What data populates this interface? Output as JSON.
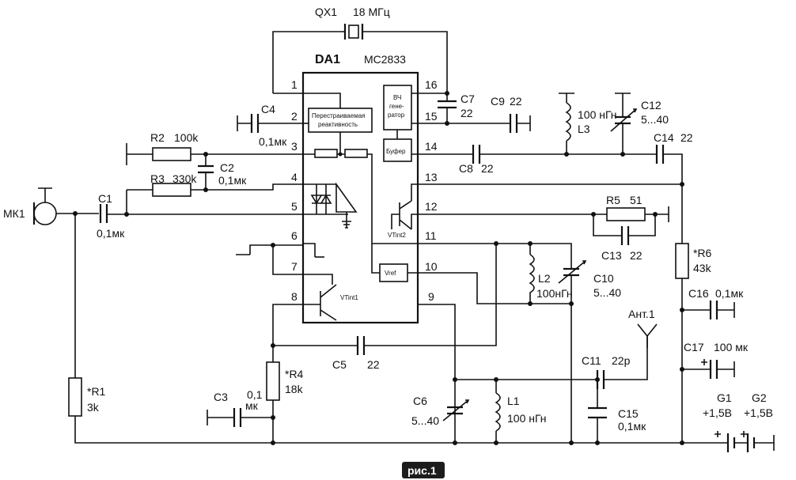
{
  "figure": {
    "caption": "рис.1"
  },
  "chip": {
    "ref": "DA1",
    "part": "MC2833",
    "pins": [
      "1",
      "2",
      "3",
      "4",
      "5",
      "6",
      "7",
      "8",
      "9",
      "10",
      "11",
      "12",
      "13",
      "14",
      "15",
      "16"
    ],
    "blocks": {
      "varactor_line1": "Перестраиваемая",
      "varactor_line2": "реактивность",
      "vco_line1": "ВЧ",
      "vco_line2": "гене-",
      "vco_line3": "ратор",
      "buffer": "Буфер",
      "vref": "Vref",
      "vt1": "VTint1",
      "vt2": "VTint2"
    }
  },
  "components": {
    "qx1": {
      "ref": "QX1",
      "value": "18 МГц"
    },
    "c4": {
      "ref": "C4",
      "value": "0,1мк"
    },
    "r2": {
      "ref": "R2",
      "value": "100k"
    },
    "c2": {
      "ref": "C2",
      "value": "0,1мк"
    },
    "r3": {
      "ref": "R3",
      "value": "330k"
    },
    "c1": {
      "ref": "C1",
      "value": "0,1мк"
    },
    "mk1": {
      "ref": "МК1"
    },
    "c7": {
      "ref": "C7",
      "value": "22"
    },
    "c9": {
      "ref": "C9",
      "value": "22"
    },
    "c8": {
      "ref": "C8",
      "value": "22"
    },
    "l3": {
      "ref": "L3",
      "value": "100 нГн"
    },
    "c12": {
      "ref": "C12",
      "value": "5...40"
    },
    "c14": {
      "ref": "C14",
      "value": "22"
    },
    "r5": {
      "ref": "R5",
      "value": "51"
    },
    "c13": {
      "ref": "C13",
      "value": "22"
    },
    "r6": {
      "ref": "*R6",
      "value": "43k"
    },
    "l2": {
      "ref": "L2",
      "value": "100нГн"
    },
    "c10": {
      "ref": "C10",
      "value": "5...40"
    },
    "c16": {
      "ref": "C16",
      "value": "0,1мк"
    },
    "c17": {
      "ref": "C17",
      "value": "100 мк"
    },
    "ant": {
      "ref": "Ант.1"
    },
    "c11": {
      "ref": "C11",
      "value": "22р"
    },
    "c5": {
      "ref": "C5",
      "value": "22"
    },
    "r4": {
      "ref": "*R4",
      "value": "18k"
    },
    "c3": {
      "ref": "C3",
      "value_line1": "0,1",
      "value_line2": "мк"
    },
    "r1": {
      "ref": "*R1",
      "value": "3k"
    },
    "c6": {
      "ref": "C6",
      "value": "5...40"
    },
    "l1": {
      "ref": "L1",
      "value": "100 нГн"
    },
    "c15": {
      "ref": "C15",
      "value": "0,1мк"
    },
    "g1": {
      "ref": "G1",
      "value": "+1,5В"
    },
    "g2": {
      "ref": "G2",
      "value": "+1,5В"
    }
  }
}
